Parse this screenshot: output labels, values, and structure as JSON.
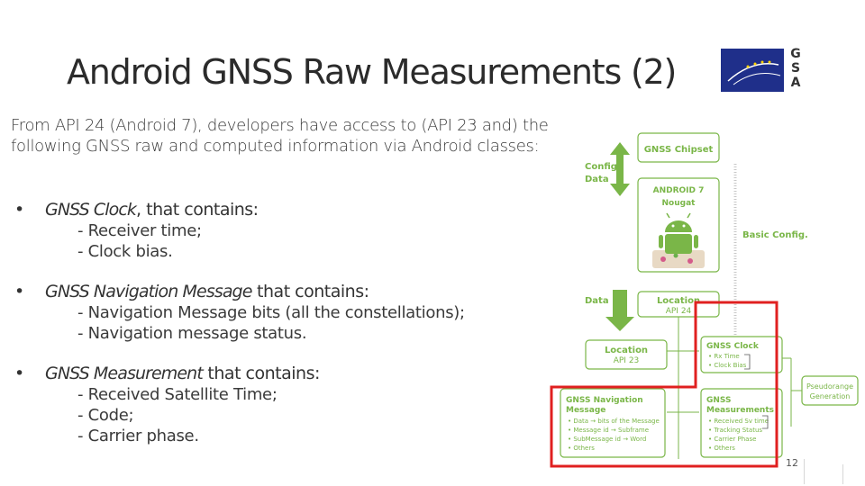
{
  "slide": {
    "title": "Android GNSS Raw Measurements (2)",
    "logo_letters": [
      "G",
      "S",
      "A"
    ],
    "intro": "From API 24 (Android 7), developers have access to (API 23 and) the following GNSS raw and computed information via Android classes:",
    "bullets": [
      {
        "marker": "•",
        "name": "GNSS Clock",
        "suffix": ", that contains:",
        "items": [
          "- Receiver time;",
          "- Clock bias."
        ]
      },
      {
        "marker": "•",
        "name": "GNSS Navigation Message",
        "suffix": " that contains:",
        "items": [
          "- Navigation Message bits (all the constellations);",
          "- Navigation message status."
        ]
      },
      {
        "marker": "•",
        "name": "GNSS Measurement",
        "suffix": " that contains:",
        "items": [
          "- Received Satellite Time;",
          "- Code;",
          "- Carrier phase."
        ]
      }
    ],
    "page_number": "12"
  },
  "diagram": {
    "config_data": [
      "Config.",
      "Data"
    ],
    "data_label": "Data",
    "chipset": "GNSS Chipset",
    "android_lines": [
      "ANDROID 7",
      "Nougat"
    ],
    "basic_config": "Basic Config.",
    "location_api24": [
      "Location",
      "API 24"
    ],
    "location_api23": [
      "Location",
      "API 23"
    ],
    "gnss_clock": {
      "title": "GNSS Clock",
      "items": [
        "• Rx Time",
        "• Clock Bias"
      ]
    },
    "pseudorange": [
      "Pseudorange",
      "Generation"
    ],
    "nav_message": {
      "title": [
        "GNSS Navigation",
        "Message"
      ],
      "items": [
        "• Data → bits of the Message",
        "• Message id → Subframe",
        "• SubMessage id → Word",
        "• Others"
      ]
    },
    "measurements": {
      "title": [
        "GNSS",
        "Measurements"
      ],
      "items": [
        "• Received Sv time",
        "• Tracking Status",
        "• Carrier Phase",
        "• Others"
      ]
    },
    "colors": {
      "green": "#7ab648",
      "highlight": "#e02020",
      "logo": "#1f2f8a"
    }
  }
}
